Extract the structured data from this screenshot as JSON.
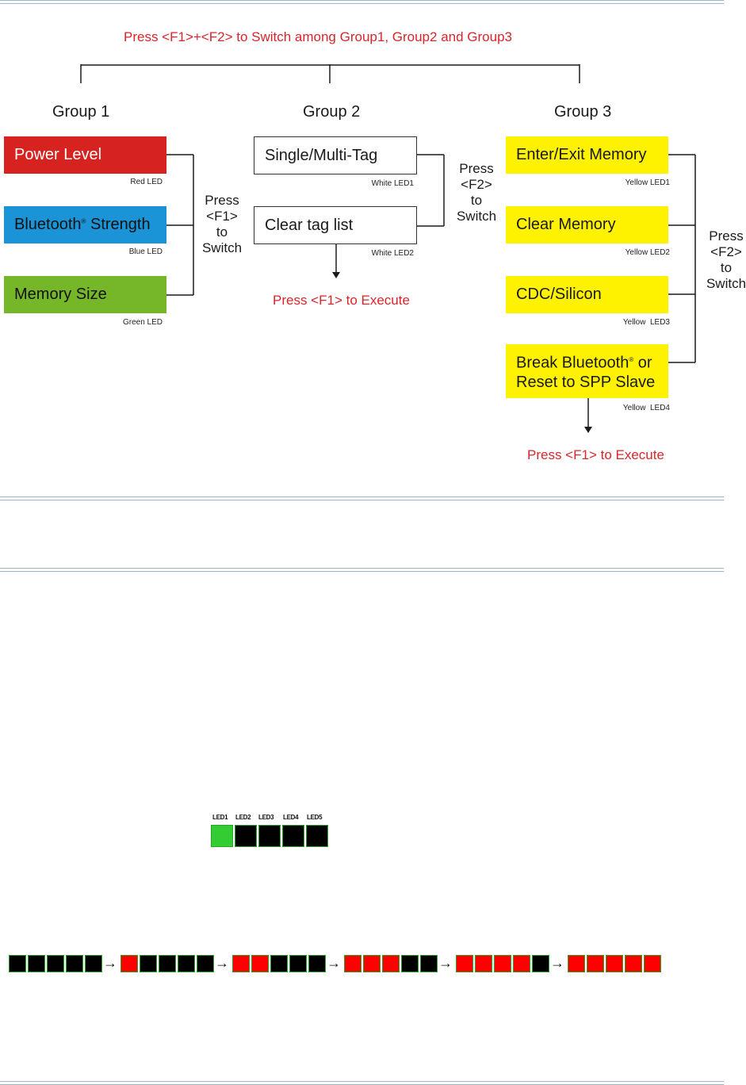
{
  "header_instruction": "Press <F1>+<F2> to Switch among Group1, Group2 and Group3",
  "groups": [
    {
      "title": "Group 1",
      "items": [
        {
          "label": "Power Level",
          "led": "Red LED",
          "color": "#d7231f"
        },
        {
          "label_main": "Bluetooth",
          "label_sup": "®",
          "label_rest": " Strength",
          "led": "Blue LED",
          "color": "#1a94d6"
        },
        {
          "label": "Memory Size",
          "led": "Green LED",
          "color": "#76b72a"
        }
      ],
      "switch_lines": [
        "Press",
        "<F1>",
        "to",
        "Switch"
      ]
    },
    {
      "title": "Group 2",
      "items": [
        {
          "label": "Single/Multi-Tag",
          "led": "White LED1"
        },
        {
          "label": "Clear tag list",
          "led": "White LED2"
        }
      ],
      "switch_lines": [
        "Press",
        "<F2>",
        "to",
        "Switch"
      ],
      "execute": "Press <F1> to Execute"
    },
    {
      "title": "Group 3",
      "items": [
        {
          "label": "Enter/Exit Memory",
          "led": "Yellow LED1"
        },
        {
          "label": "Clear Memory",
          "led": "Yellow LED2"
        },
        {
          "label": "CDC/Silicon",
          "led": "Yellow  LED3"
        },
        {
          "label_line1_main": "Break Bluetooth",
          "label_sup": "®",
          "label_line1_rest": " or",
          "label_line2": "Reset to SPP Slave",
          "led": "Yellow  LED4"
        }
      ],
      "switch_lines": [
        "Press",
        "<F2>",
        "to",
        "Switch"
      ],
      "execute": "Press <F1> to Execute",
      "color": "#fff200"
    }
  ],
  "led_indicator": {
    "captions": [
      "LED1",
      "LED2",
      "LED3",
      "LED4",
      "LED5"
    ],
    "states": [
      "green",
      "black",
      "black",
      "black",
      "black"
    ]
  },
  "led_sequence": {
    "stages": [
      [
        "black",
        "black",
        "black",
        "black",
        "black"
      ],
      [
        "red",
        "black",
        "black",
        "black",
        "black"
      ],
      [
        "red",
        "red",
        "black",
        "black",
        "black"
      ],
      [
        "red",
        "red",
        "red",
        "black",
        "black"
      ],
      [
        "red",
        "red",
        "red",
        "red",
        "black"
      ],
      [
        "red",
        "red",
        "red",
        "red",
        "red"
      ]
    ],
    "arrow": "→"
  },
  "colors": {
    "accent_red": "#d9252b",
    "led_red": "#ff0000",
    "led_black": "#000000",
    "led_green": "#33cc33",
    "led_border": "#29a329"
  }
}
